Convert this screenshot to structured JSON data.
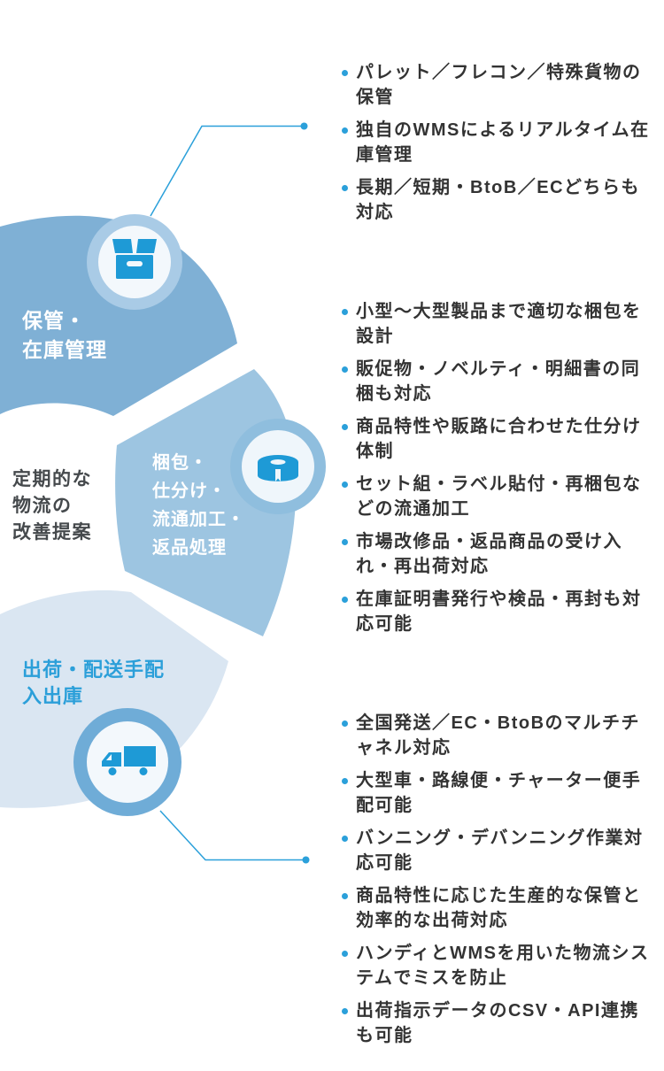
{
  "diagram": {
    "center": {
      "lines": [
        "定期的な",
        "物流の",
        "改善提案"
      ]
    },
    "segments": [
      {
        "id": "storage",
        "label_lines": [
          "保管・",
          "在庫管理"
        ],
        "icon": "box-icon",
        "color": "#7FB0D5"
      },
      {
        "id": "processing",
        "label_lines": [
          "梱包・",
          "仕分け・",
          "流通加工・",
          "返品処理"
        ],
        "icon": "tape-icon",
        "color": "#9DC5E1"
      },
      {
        "id": "shipping",
        "label_lines": [
          "出荷・配送手配",
          "入出庫"
        ],
        "icon": "truck-icon",
        "color": "#DAE6F2"
      }
    ]
  },
  "lists": [
    {
      "items": [
        "パレット／フレコン／特殊貨物の保管",
        "独自のWMSによるリアルタイム在庫管理",
        "長期／短期・BtoB／ECどちらも対応"
      ]
    },
    {
      "items": [
        "小型〜大型製品まで適切な梱包を設計",
        "販促物・ノベルティ・明細書の同梱も対応",
        "商品特性や販路に合わせた仕分け体制",
        "セット組・ラベル貼付・再梱包などの流通加工",
        "市場改修品・返品商品の受け入れ・再出荷対応",
        "在庫証明書発行や検品・再封も対応可能"
      ]
    },
    {
      "items": [
        "全国発送／EC・BtoBのマルチチャネル対応",
        "大型車・路線便・チャーター便手配可能",
        "バンニング・デバンニング作業対応可能",
        "商品特性に応じた生産的な保管と効率的な出荷対応",
        "ハンディとWMSを用いた物流システムでミスを防止",
        "出荷指示データのCSV・API連携も可能"
      ]
    }
  ],
  "colors": {
    "wedge_storage": "#7FB0D5",
    "wedge_processing": "#9DC5E1",
    "wedge_shipping": "#DAE6F2",
    "ring_storage": "#A9CBE6",
    "ring_processing": "#8FBEDE",
    "ring_shipping": "#6FACD7",
    "circle_inner": "#F3F8FC",
    "icon_blue": "#1E9AD6",
    "accent_blue": "#2BA0DA",
    "shipping_label_blue": "#2B9FD9",
    "text_dark": "#333333",
    "center_text": "#45494C"
  }
}
